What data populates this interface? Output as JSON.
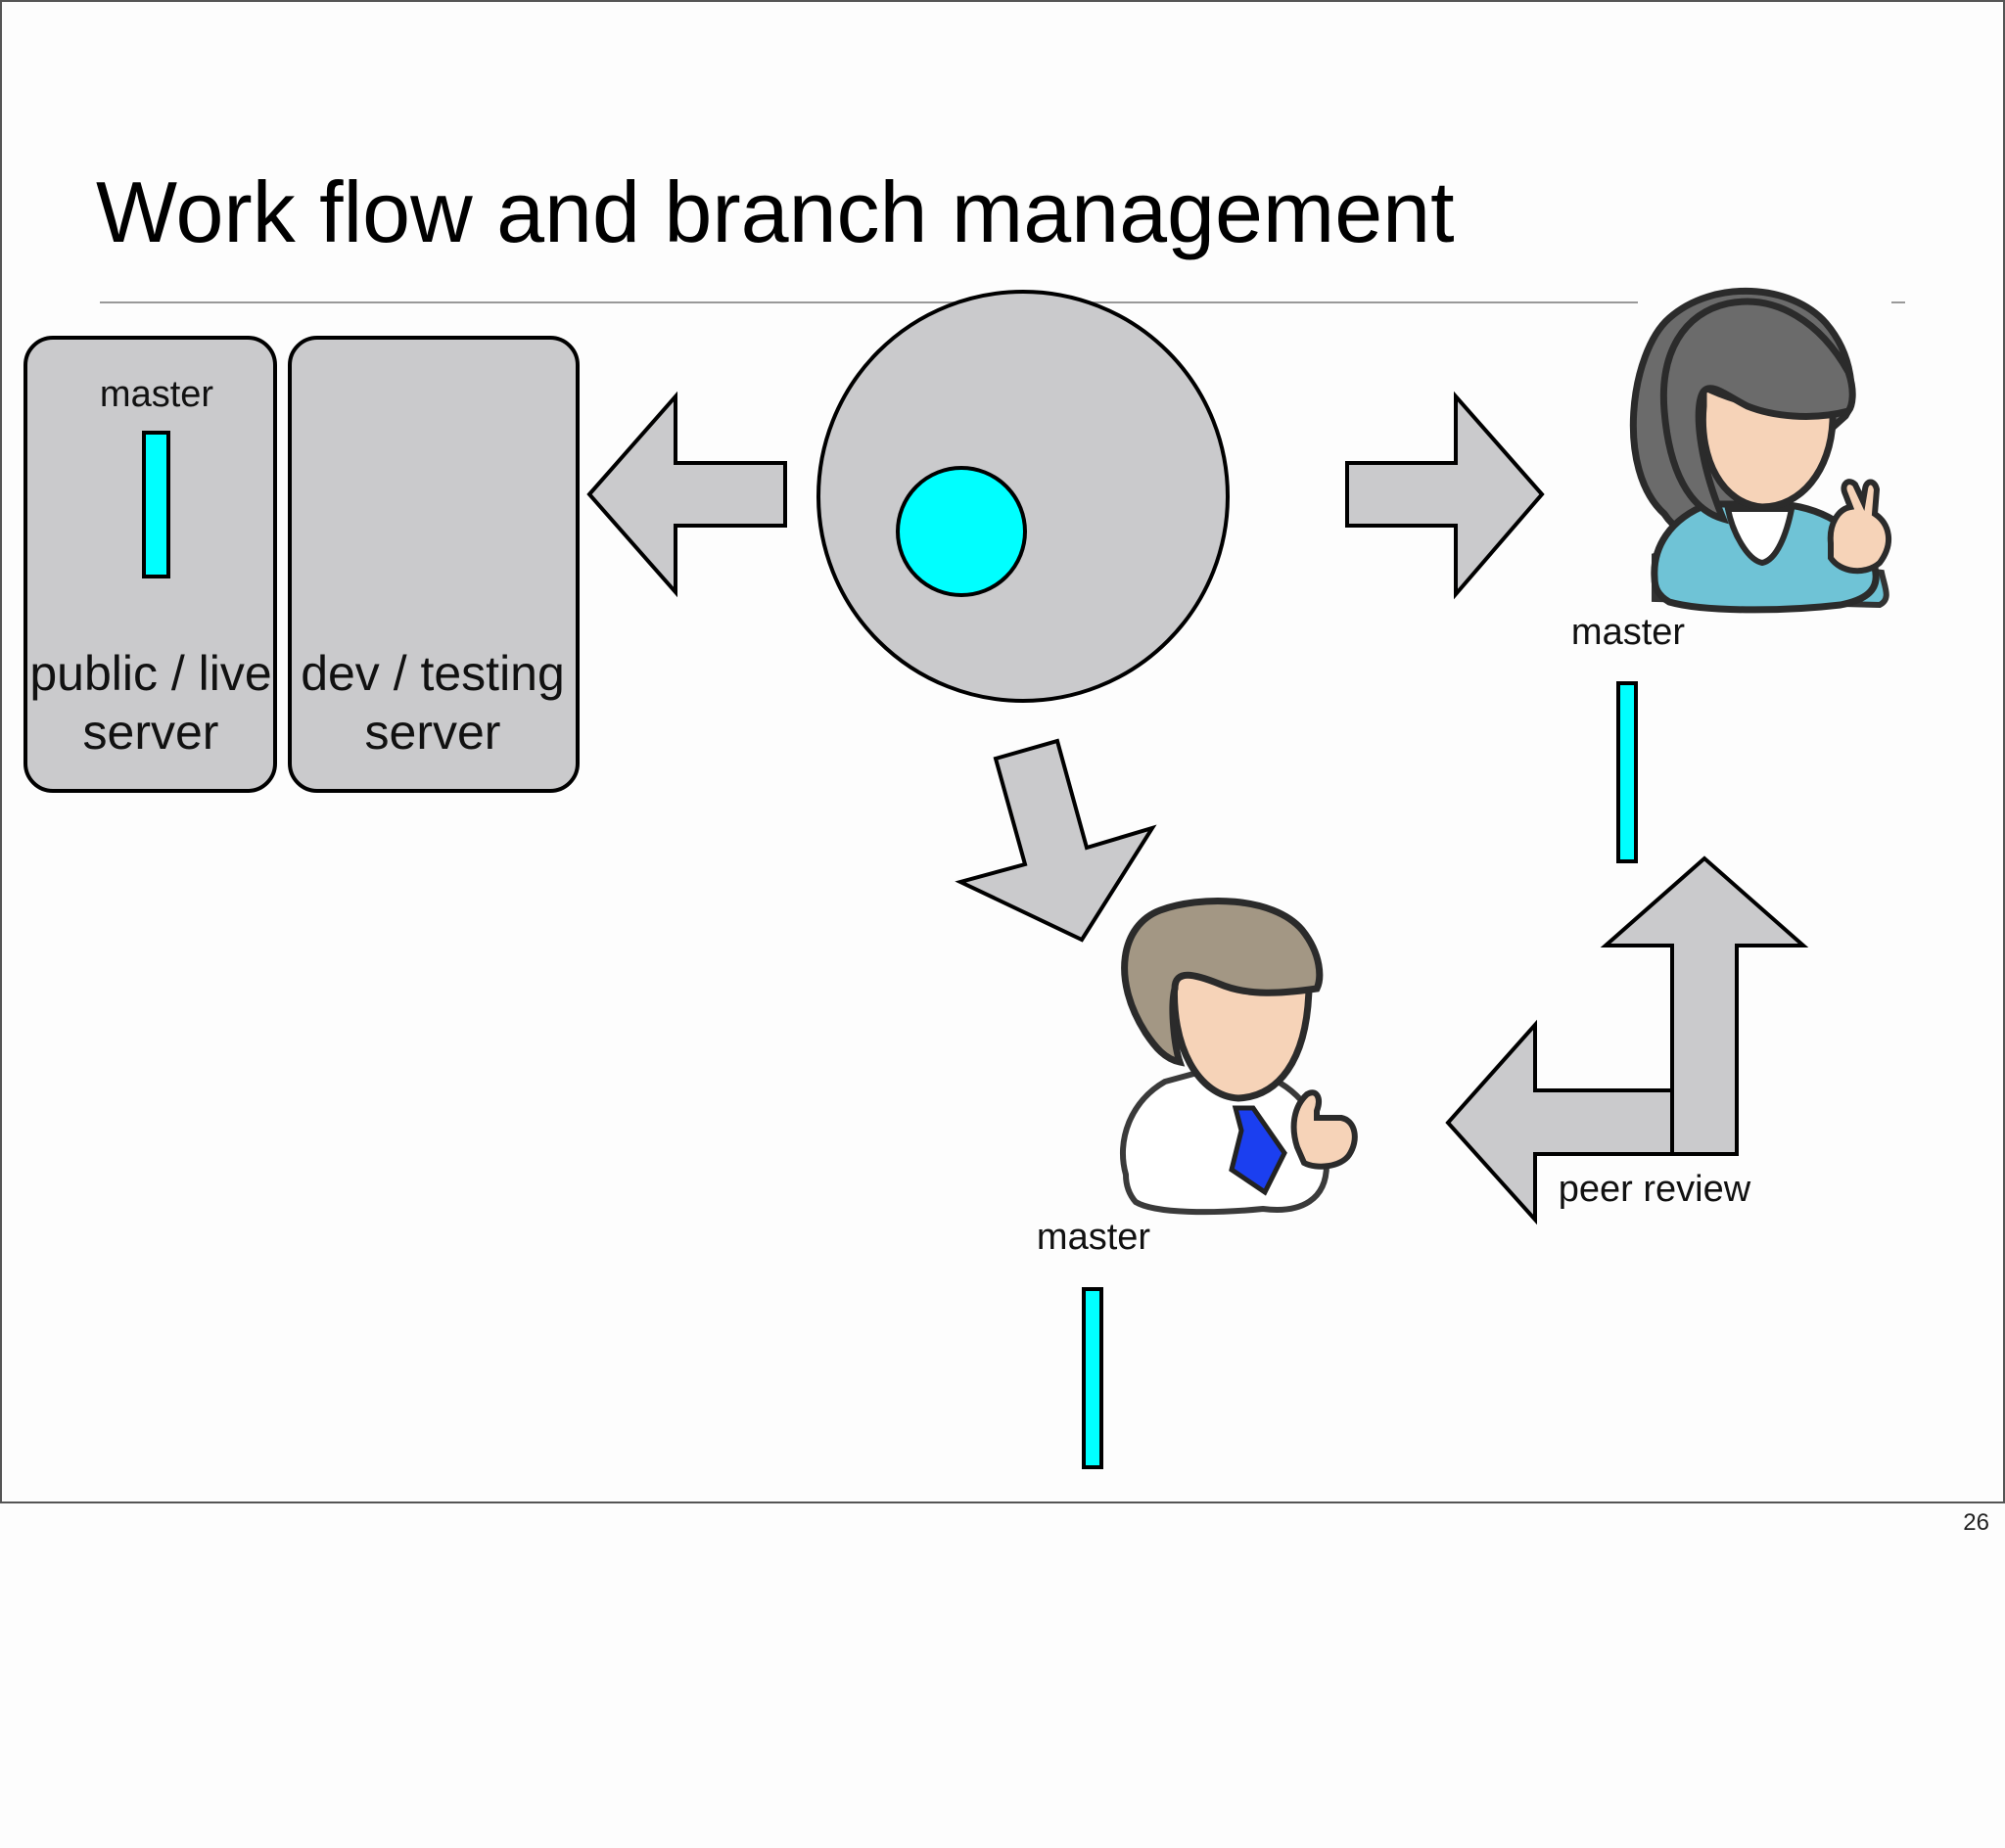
{
  "slide": {
    "title": "Work flow and branch management",
    "page_number": "26"
  },
  "servers": {
    "public": {
      "branch_label": "master",
      "line1": "public / live",
      "line2": "server"
    },
    "dev": {
      "line1": "dev / testing",
      "line2": "server"
    }
  },
  "developers": {
    "female": {
      "branch_label": "master"
    },
    "male": {
      "branch_label": "master"
    }
  },
  "peer_review_label": "peer review",
  "colors": {
    "branch": "#00ffff",
    "shape_fill": "#cacacc",
    "stroke": "#000000"
  }
}
